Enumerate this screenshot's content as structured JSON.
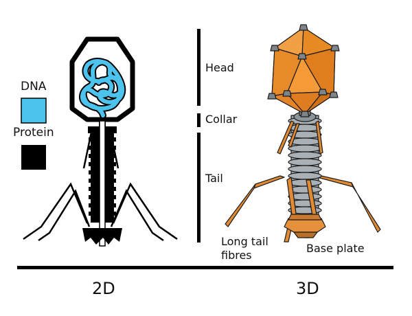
{
  "legend": {
    "dna_label": "DNA",
    "protein_label": "Protein",
    "dna_color": "#4cc3ec",
    "protein_color": "#000000"
  },
  "parts": {
    "head": "Head",
    "collar": "Collar",
    "tail": "Tail"
  },
  "callouts": {
    "long_tail_fibres": "Long tail fibres",
    "base_plate": "Base plate"
  },
  "views": {
    "left": "2D",
    "right": "3D"
  },
  "colors": {
    "head_orange": "#f0952e",
    "head_orange_dark": "#d9781c",
    "tail_grey": "#8e969c",
    "fibre_orange": "#e08a33",
    "outline": "#1a1a1a"
  }
}
